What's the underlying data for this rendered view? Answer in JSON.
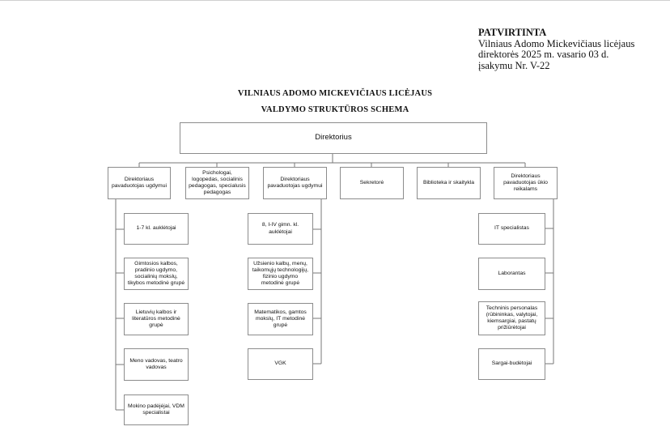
{
  "approval": {
    "heading": "PATVIRTINTA",
    "lines": [
      "Vilniaus Adomo Mickevičiaus licėjaus",
      "direktorės 2025 m. vasario 03 d.",
      "įsakymu Nr. V-22"
    ]
  },
  "title": {
    "line1": "VILNIAUS ADOMO MICKEVIČIAUS LICĖJAUS",
    "line2": "VALDYMO STRUKTŪROS SCHEMA"
  },
  "org": {
    "director": "Direktorius",
    "level2": [
      "Direktoriaus pavaduotojas ugdymui",
      "Psichologai, logopedas, socialinis pedagogas, specialusis pedagogas",
      "Direktoriaus pavaduotojas ugdymui",
      "Sekretorė",
      "Biblioteka ir skaitykla",
      "Direktoriaus pavaduotojas ūkio reikalams"
    ],
    "branch1": [
      "1-7 kl. auklėtojai",
      "Gimtosios kalbos, pradinio ugdymo, socialinių mokslų, tikybos metodinė grupė",
      "Lietuvių kalbos ir literatūros metodinė grupė",
      "Meno vadovas, teatro vadovas",
      "Mokino padėjėjai, VDM specialistai"
    ],
    "branch3": [
      "8, I-IV gimn. kl. auklėtojai",
      "Užsienio kalbų, menų, taikomųjų technologijų, fizinio ugdymo metodinė grupė",
      "Matematikos, gamtos mokslų, IT metodinė grupė",
      "VGK"
    ],
    "branch6": [
      "IT specialistas",
      "Laborantas",
      "Techninis personalas (rūbininkas, valytojai, kiemsargiai, pastatų prižiūrėtojai",
      "Sargai-budėtojai"
    ]
  }
}
